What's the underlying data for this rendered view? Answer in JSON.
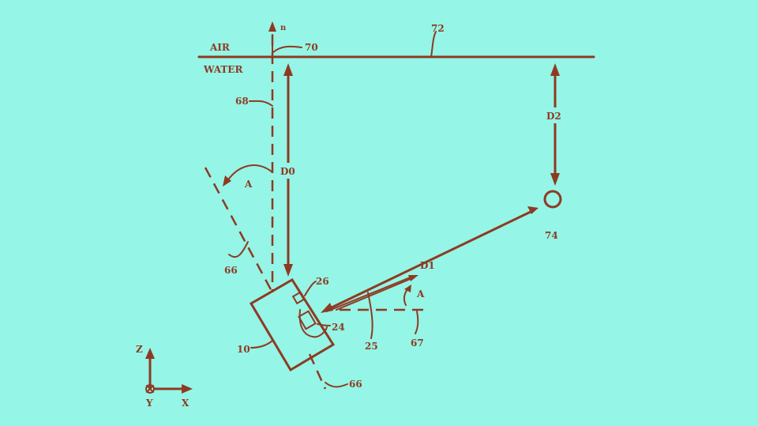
{
  "labels": {
    "air": "AIR",
    "water": "WATER",
    "n": "n",
    "ref70": "70",
    "ref72": "72",
    "ref68": "68",
    "d0": "D0",
    "d1": "D1",
    "d2": "D2",
    "angle_top": "A",
    "angle_right": "A",
    "ref66_upper": "66",
    "ref66_lower": "66",
    "ref74": "74",
    "ref26": "26",
    "ref24": "24",
    "ref10": "10",
    "ref25": "25",
    "ref67": "67",
    "axis_z": "Z",
    "axis_y": "Y",
    "axis_x": "X"
  },
  "colors": {
    "background": "#95F5E6",
    "ink": "#8E3A22"
  }
}
